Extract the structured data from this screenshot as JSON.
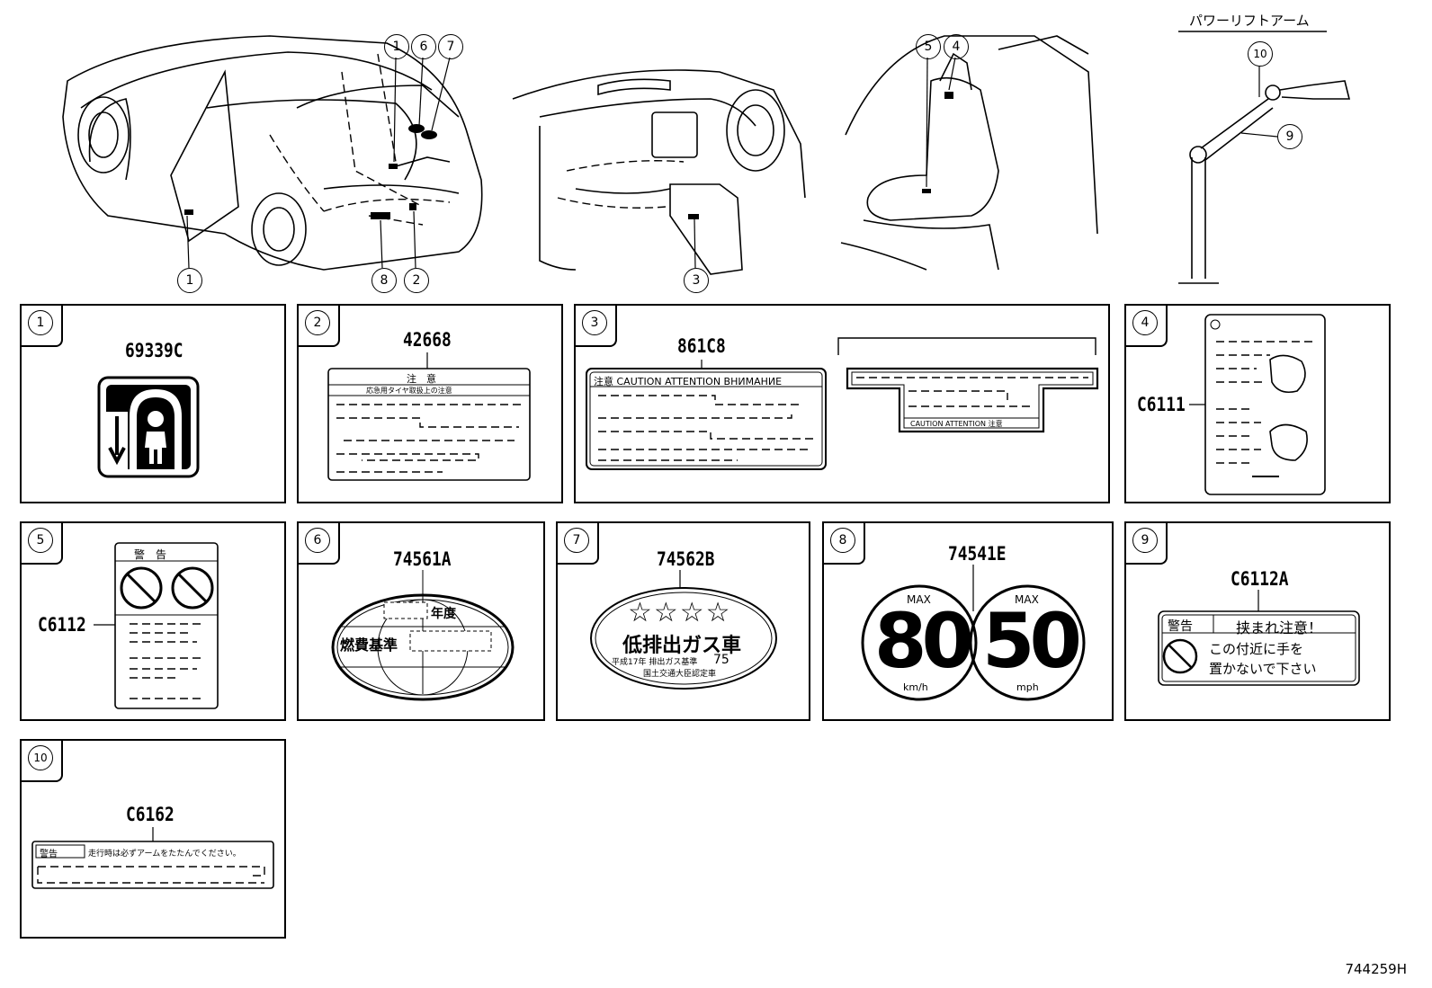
{
  "diagram_id": "744259H",
  "power_lift_arm_caption": "パワーリフトアーム",
  "callouts": [
    "1",
    "2",
    "3",
    "4",
    "5",
    "6",
    "7",
    "8",
    "9",
    "10"
  ],
  "panels": [
    {
      "num": "1",
      "part": "69339C"
    },
    {
      "num": "2",
      "part": "42668",
      "header": "注　意",
      "subheader": "応急用タイヤ取扱上の注意"
    },
    {
      "num": "3",
      "part": "861C8",
      "header": "注意 CAUTION ATTENTION ВНИМАНИЕ",
      "header2": "CAUTION ATTENTION 注意"
    },
    {
      "num": "4",
      "part": "C6111"
    },
    {
      "num": "5",
      "part": "C6112",
      "header": "警　告"
    },
    {
      "num": "6",
      "part": "74561A",
      "text1": "年度",
      "text2": "燃費基準"
    },
    {
      "num": "7",
      "part": "74562B",
      "stars": "☆☆☆☆",
      "title": "低排出ガス車",
      "line1": "平成17年 排出ガス基準",
      "pct": "75",
      "line2": "国土交通大臣認定車"
    },
    {
      "num": "8",
      "part": "74541E",
      "max1": "MAX",
      "val1": "80",
      "unit1": "km/h",
      "max2": "MAX",
      "val2": "50",
      "unit2": "mph"
    },
    {
      "num": "9",
      "part": "C6112A",
      "warn": "警告",
      "pinch": "挟まれ注意！",
      "line1": "この付近に手を",
      "line2": "置かないで下さい"
    },
    {
      "num": "10",
      "part": "C6162",
      "warn": "警告",
      "text": "走行時は必ずアームをたたんでください。"
    }
  ]
}
